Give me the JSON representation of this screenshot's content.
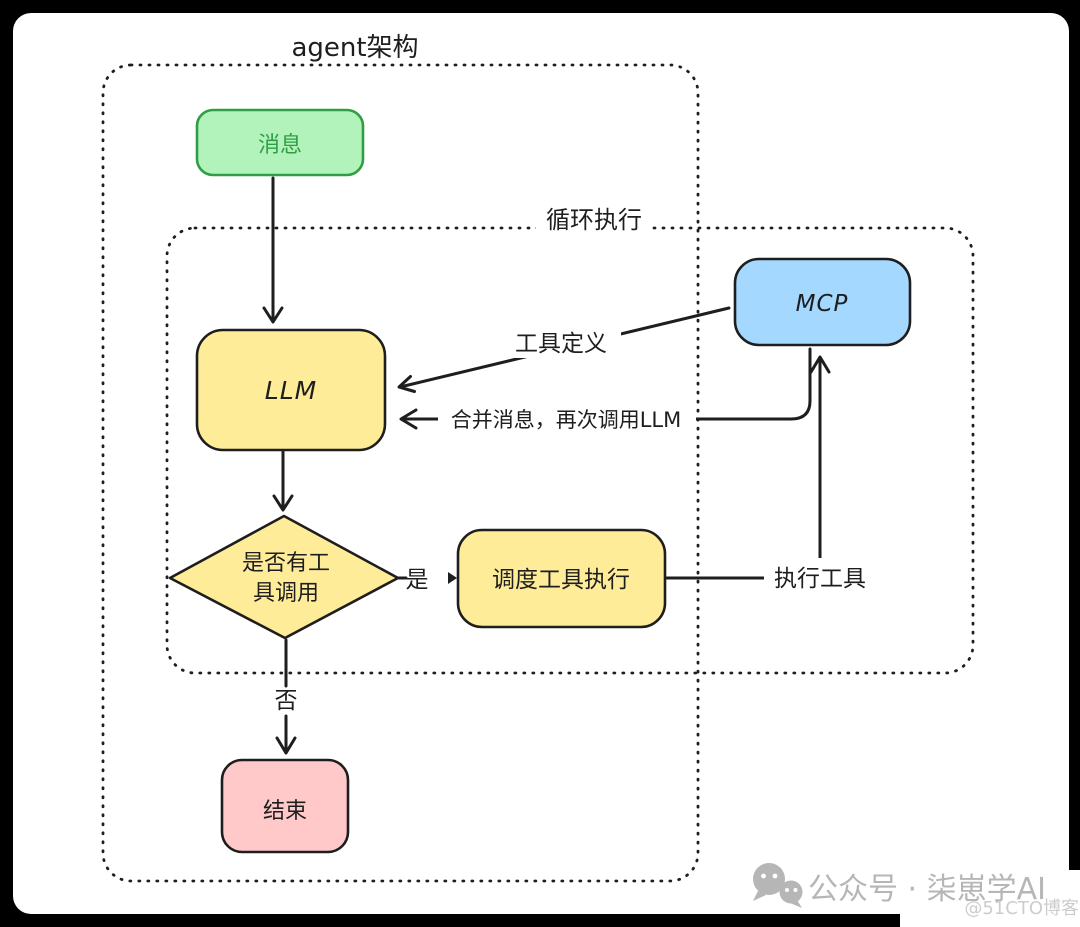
{
  "diagram": {
    "outer_group_label": "agent架构",
    "inner_group_label": "循环执行",
    "nodes": {
      "message": {
        "label": "消息"
      },
      "llm": {
        "label": "LLM"
      },
      "mcp": {
        "label": "MCP"
      },
      "decision": {
        "label_line1": "是否有工",
        "label_line2": "具调用"
      },
      "dispatch": {
        "label": "调度工具执行"
      },
      "end": {
        "label": "结束"
      }
    },
    "edges": {
      "tool_definition_label": "工具定义",
      "merge_messages_label": "合并消息，再次调用LLM",
      "execute_tool_label": "执行工具",
      "yes_label": "是",
      "no_label": "否"
    },
    "colors": {
      "canvas": "#ffffff",
      "frame": "#000000",
      "ink": "#1e1e1e",
      "green_fill": "#b2f2bb",
      "green_stroke": "#2f9e44",
      "yellow_fill": "#ffec99",
      "blue_fill": "#a5d8ff",
      "pink_fill": "#ffc9c9",
      "watermark_gray": "#b6b6b6",
      "watermark_light_gray": "#cdcdcd"
    }
  },
  "watermark": {
    "wechat_label": "公众号 · 柒崽学AI",
    "blog_label": "@51CTO博客"
  }
}
